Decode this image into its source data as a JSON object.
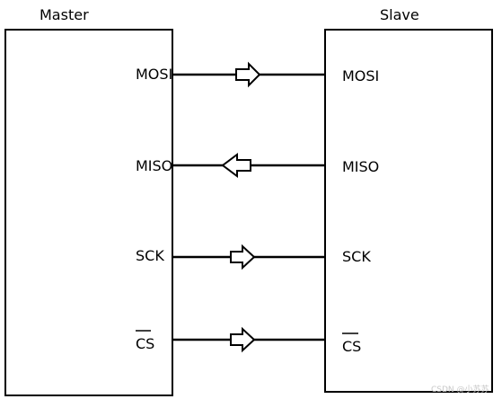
{
  "master": {
    "title": "Master"
  },
  "slave": {
    "title": "Slave"
  },
  "signals": [
    {
      "master_label": "MOSI",
      "slave_label": "MOSI",
      "direction": "master-to-slave",
      "overline": false
    },
    {
      "master_label": "MISO",
      "slave_label": "MISO",
      "direction": "slave-to-master",
      "overline": false
    },
    {
      "master_label": "SCK",
      "slave_label": "SCK",
      "direction": "master-to-slave",
      "overline": false
    },
    {
      "master_label": "CS",
      "slave_label": "CS",
      "direction": "master-to-slave",
      "overline": true
    }
  ],
  "watermark": "CSDN @小苏苏",
  "colors": {
    "line": "#000000",
    "arrow_fill": "#ffffff",
    "watermark": "#c8c8c8"
  }
}
